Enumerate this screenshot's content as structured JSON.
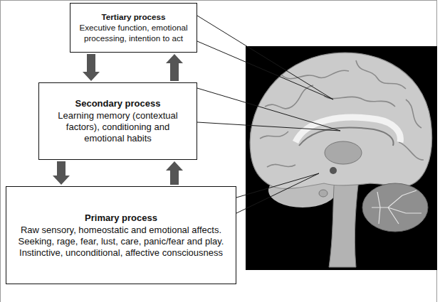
{
  "diagram": {
    "nodes": [
      {
        "text": [
          "Tertiary process",
          "Executive function, emotional processing, intention to act"
        ]
      },
      {
        "text": [
          "Secondary process",
          "Learning memory (contextual factors), conditioning and emotional habits"
        ]
      },
      {
        "text": [
          "Primary process",
          "Raw sensory, homeostatic and emotional affects.",
          "Seeking, rage, fear, lust, care, panic/fear and play.",
          "Instinctive, unconditional, affective consciousness"
        ]
      }
    ],
    "edges": [
      {
        "from": 0,
        "to": 1,
        "arrow": "to"
      },
      {
        "from": 1,
        "to": 0,
        "arrow": "to"
      },
      {
        "from": 1,
        "to": 2,
        "arrow": "to"
      },
      {
        "from": 2,
        "to": 1,
        "arrow": "to"
      }
    ]
  }
}
